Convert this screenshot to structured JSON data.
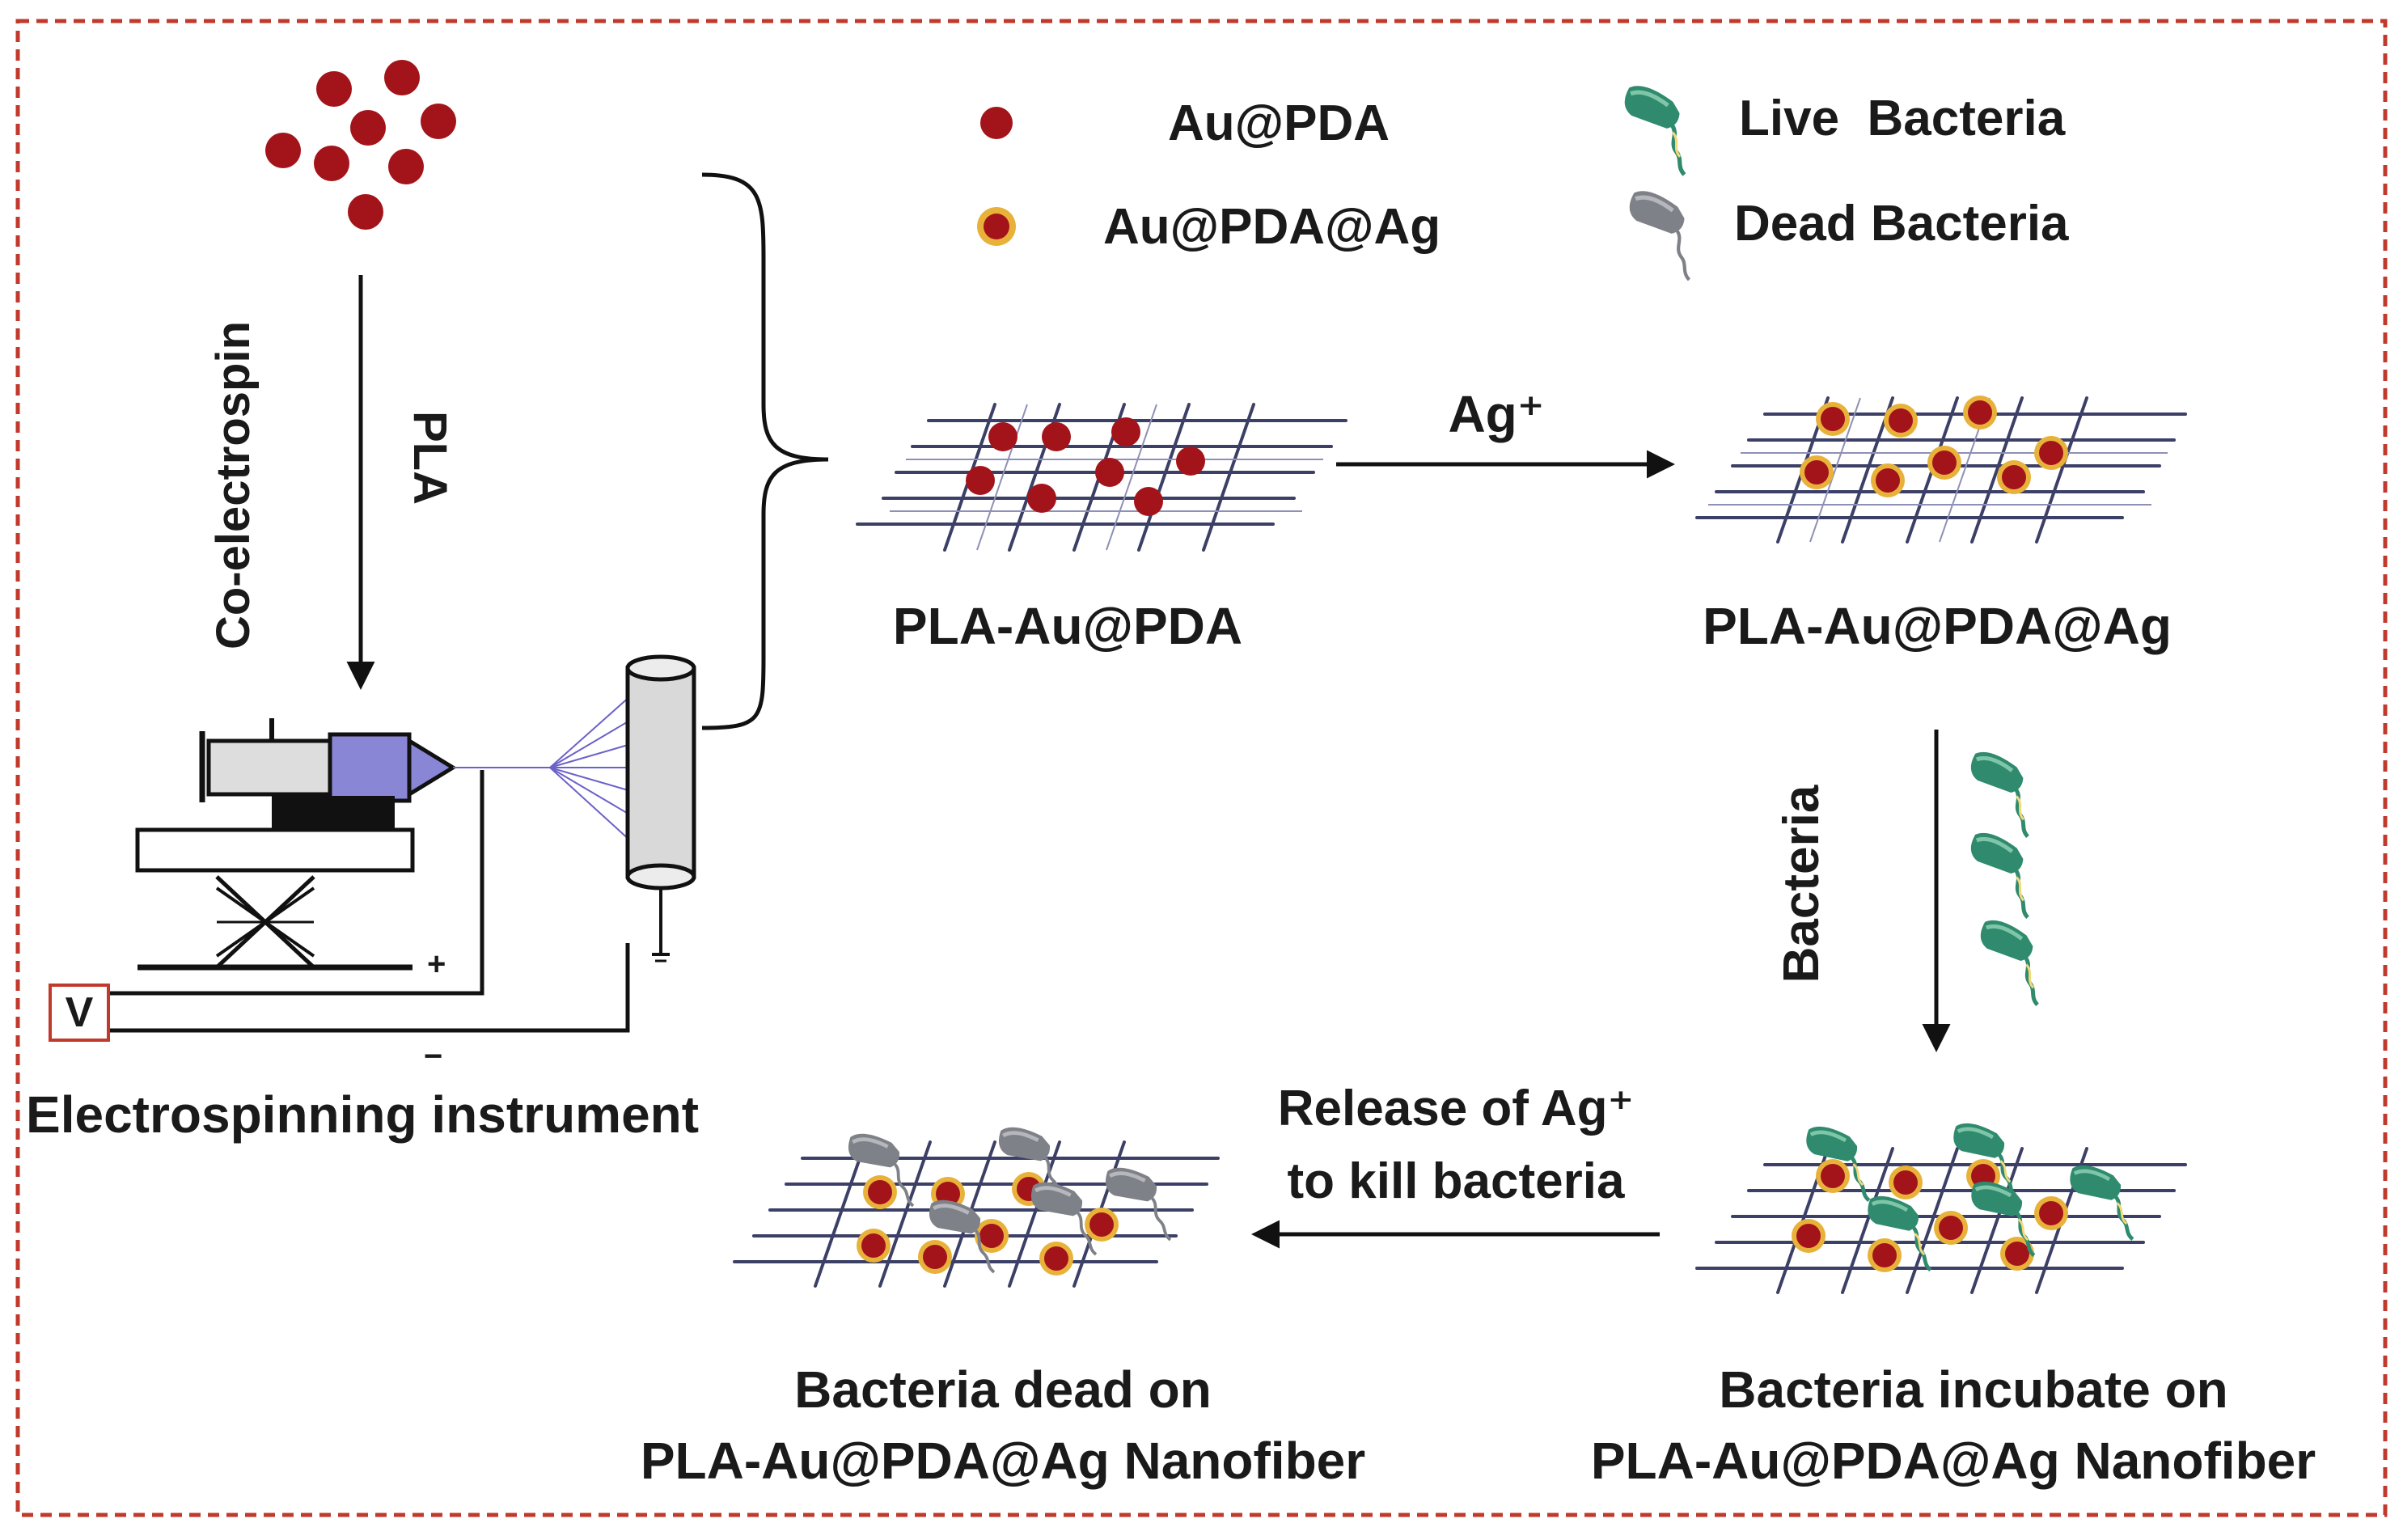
{
  "legend": {
    "au_pda": "Au@PDA",
    "au_pda_ag": "Au@PDA@Ag",
    "live_bacteria": "Live  Bacteria",
    "dead_bacteria": "Dead Bacteria"
  },
  "instrument": {
    "arrow_label_pla": "PLA",
    "arrow_label_coelectrospin": "Co-electrospin",
    "voltage_label": "V",
    "plus_sign": "+",
    "minus_sign": "−",
    "caption": "Electrospinning instrument"
  },
  "steps": {
    "pla_au_pda": "PLA-Au@PDA",
    "ag_arrow_label": "Ag⁺",
    "pla_au_pda_ag": "PLA-Au@PDA@Ag",
    "bacteria_arrow_label": "Bacteria",
    "release_label_line1": "Release of Ag⁺",
    "release_label_line2": "to kill bacteria",
    "incubate_caption_line1": "Bacteria incubate on",
    "incubate_caption_line2": "PLA-Au@PDA@Ag Nanofiber",
    "dead_caption_line1": "Bacteria dead on",
    "dead_caption_line2": "PLA-Au@PDA@Ag Nanofiber"
  },
  "colors": {
    "border": "#c0392b",
    "au_particle": "#a3141a",
    "ag_shell": "#e8b23a",
    "mesh": "#3c3f66",
    "live_bacteria": "#2f8a6e",
    "dead_bacteria": "#7f8188",
    "syringe_plunger": "#8a86d6",
    "arrow": "#111111"
  }
}
